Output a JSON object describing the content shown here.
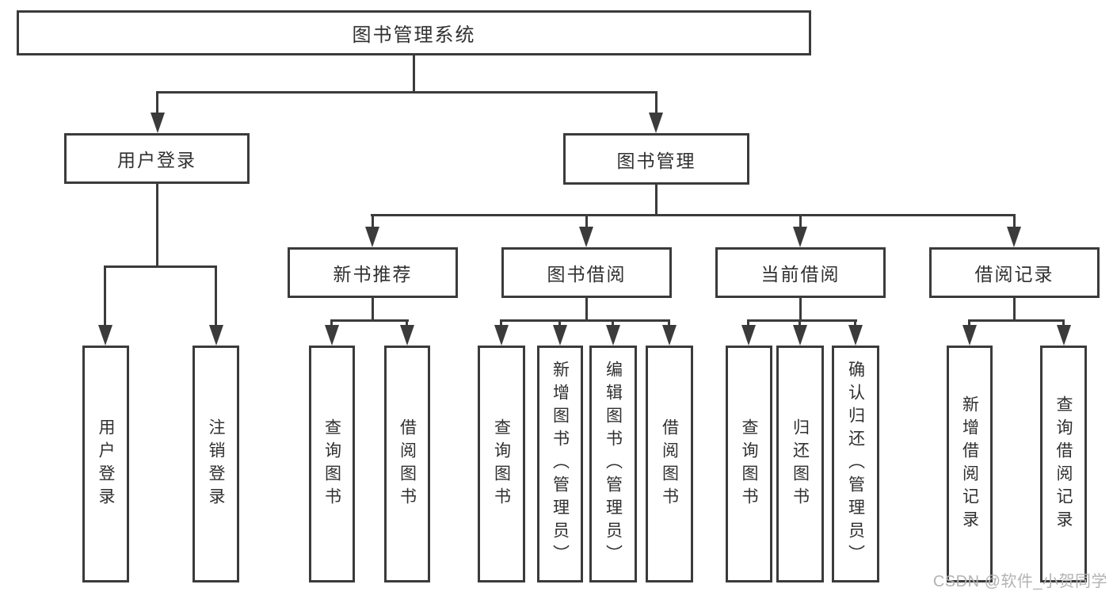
{
  "diagram": {
    "type": "hierarchy",
    "tree": {
      "label": "图书管理系统",
      "children": [
        {
          "label": "用户登录",
          "children": [
            {
              "label": "用户登录"
            },
            {
              "label": "注销登录"
            }
          ]
        },
        {
          "label": "图书管理",
          "children": [
            {
              "label": "新书推荐",
              "children": [
                {
                  "label": "查询图书"
                },
                {
                  "label": "借阅图书"
                }
              ]
            },
            {
              "label": "图书借阅",
              "children": [
                {
                  "label": "查询图书"
                },
                {
                  "label": "新增图书（管理员）"
                },
                {
                  "label": "编辑图书（管理员）"
                },
                {
                  "label": "借阅图书"
                }
              ]
            },
            {
              "label": "当前借阅",
              "children": [
                {
                  "label": "查询图书"
                },
                {
                  "label": "归还图书"
                },
                {
                  "label": "确认归还（管理员）"
                }
              ]
            },
            {
              "label": "借阅记录",
              "children": [
                {
                  "label": "新增借阅记录"
                },
                {
                  "label": "查询借阅记录"
                }
              ]
            }
          ]
        }
      ]
    }
  },
  "watermark": {
    "text": "CSDN @软件_小贺同学"
  },
  "colors": {
    "line": "#3b3b3b",
    "text": "#303030",
    "watermark": "#b3b3b3",
    "background": "#ffffff"
  }
}
